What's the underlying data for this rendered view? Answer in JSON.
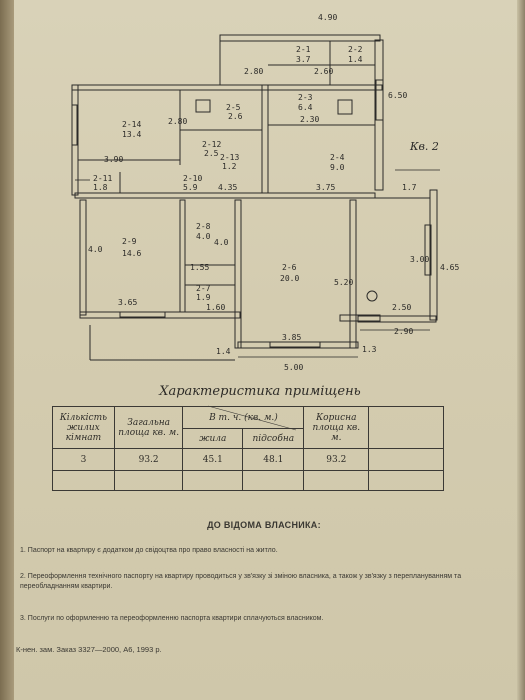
{
  "plan": {
    "apartment_label": "Кв. 2",
    "rooms": [
      {
        "id": "2-1",
        "area": "3.7"
      },
      {
        "id": "2-2",
        "area": "1.4"
      },
      {
        "id": "2-3",
        "area": "6.4"
      },
      {
        "id": "2-4",
        "area": "9.0"
      },
      {
        "id": "2-5",
        "area": "2.6"
      },
      {
        "id": "2-6",
        "area": "20.0"
      },
      {
        "id": "2-7",
        "area": "1.9"
      },
      {
        "id": "2-8",
        "area": "4.0"
      },
      {
        "id": "2-9",
        "area": "14.6"
      },
      {
        "id": "2-10",
        "area": "5.9"
      },
      {
        "id": "2-11",
        "area": "1.8"
      },
      {
        "id": "2-12",
        "area": "2.5"
      },
      {
        "id": "2-13",
        "area": "1.2"
      },
      {
        "id": "2-14",
        "area": "13.4"
      }
    ],
    "dimensions": [
      "4.90",
      "2.60",
      "2.30",
      "3.90",
      "3.75",
      "4.35",
      "4.0",
      "3.65",
      "4.0",
      "1.55",
      "1.60",
      "3.85",
      "5.00",
      "5.20",
      "2.50",
      "2.90",
      "3.00",
      "4.65",
      "1.7",
      "6.50",
      "2.80",
      "1.3",
      "1.4",
      "2.80"
    ]
  },
  "characteristics": {
    "title": "Характеристика приміщень",
    "headers": {
      "rooms_count": "Кількість жилих кімнат",
      "total_area": "Загальна площа кв. м.",
      "in_that": "В т. ч. (кв. м.)",
      "living": "жила",
      "auxiliary": "підсобна",
      "useful": "Корисна площа кв. м."
    },
    "values": {
      "rooms_count": "3",
      "total_area": "93.2",
      "living": "45.1",
      "auxiliary": "48.1",
      "useful": "93.2"
    }
  },
  "notes": {
    "heading": "ДО ВІДОМА ВЛАСНИКА:",
    "items": [
      "1. Паспорт на квартиру є додатком до свідоцтва про право власності на житло.",
      "2. Переоформлення технічного паспорту на квартиру проводиться у зв'язку зі зміною власника, а також у зв'язку з переплануванням та переобладнанням квартири.",
      "3. Послуги по оформленню та переоформленню паспорта квартири сплачуються власником."
    ]
  },
  "imprint": "К-нен. зам. Заказ 3327—2000, А6, 1993 р."
}
